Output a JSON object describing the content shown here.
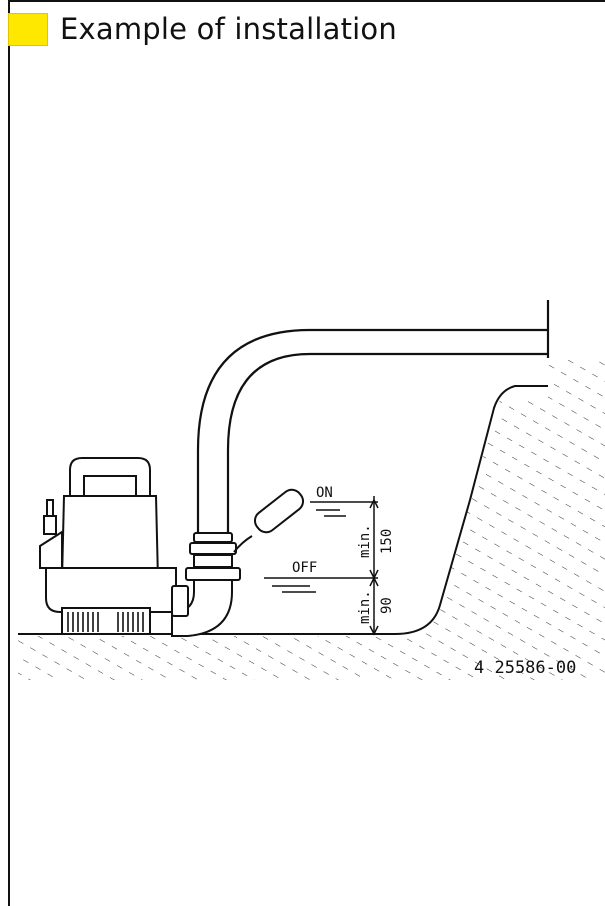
{
  "header": {
    "title": "Example of installation",
    "accent_color": "#ffe800"
  },
  "diagram": {
    "level_on_label": "ON",
    "level_off_label": "OFF",
    "dim_upper_prefix": "min.",
    "dim_upper_value": "150",
    "dim_lower_prefix": "min.",
    "dim_lower_value": "90",
    "figure_number": "4 25586-00"
  }
}
